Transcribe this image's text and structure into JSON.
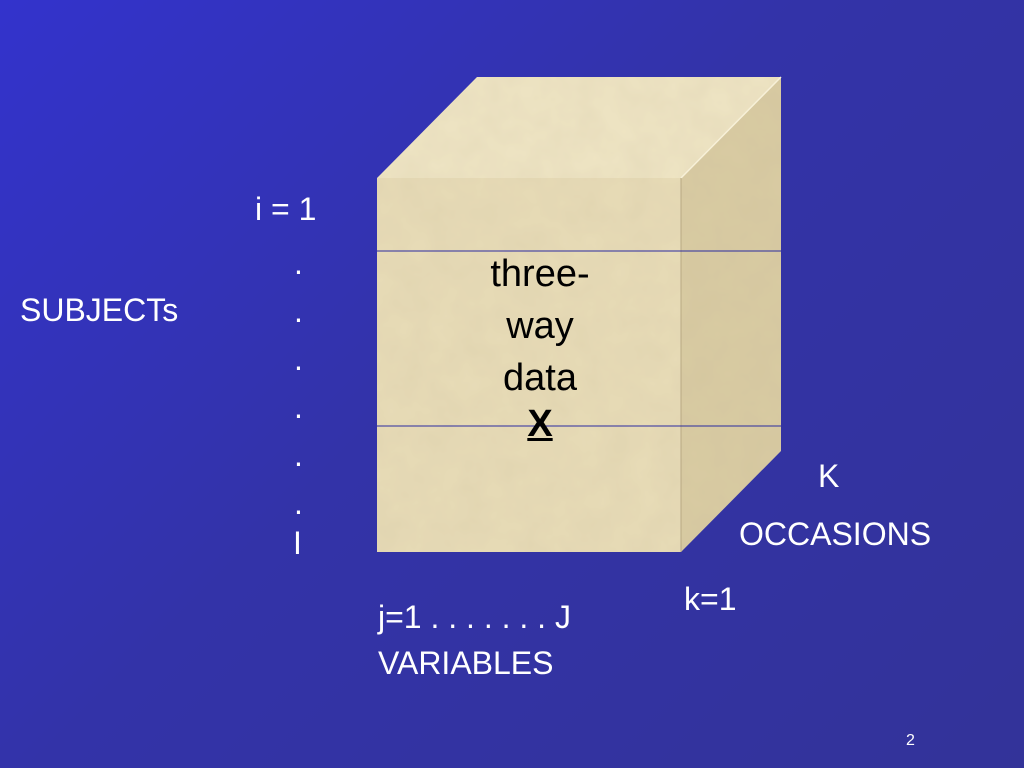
{
  "slide": {
    "background_color": "#3333cc",
    "cube": {
      "front_color": "#e8dcb7",
      "top_color": "#efe5c4",
      "side_color": "#d9cba2",
      "slice_line_color": "#2a2aa0",
      "label_lines": [
        "three-",
        "way",
        "data"
      ],
      "symbol": "X"
    },
    "subjects": {
      "label": "SUBJECTs",
      "start": "i = 1",
      "dots": [
        ".",
        ".",
        ".",
        ".",
        ".",
        "."
      ],
      "end": "I"
    },
    "variables": {
      "range": "j=1 . . . . . . . J",
      "label": "VARIABLES"
    },
    "occasions": {
      "start": "k=1",
      "end": "K",
      "label": "OCCASIONS"
    },
    "page_number": "2"
  }
}
